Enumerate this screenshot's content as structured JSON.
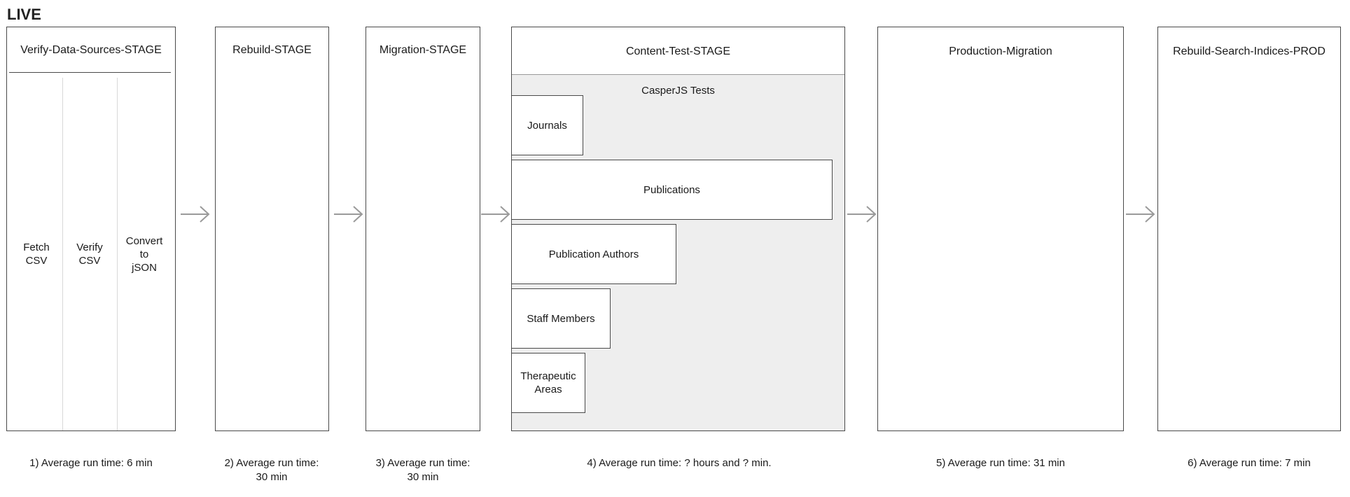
{
  "section_label": "LIVE",
  "stages": [
    {
      "title": "Verify-Data-Sources-STAGE",
      "steps": [
        "Fetch\nCSV",
        "Verify\nCSV",
        "Convert\nto\njSON"
      ],
      "run_time": "1) Average run time: 6 min"
    },
    {
      "title": "Rebuild-STAGE",
      "run_time": "2) Average run time:\n30 min"
    },
    {
      "title": "Migration-STAGE",
      "run_time": "3) Average run time:\n30 min"
    },
    {
      "title": "Content-Test-STAGE",
      "group_title": "CasperJS Tests",
      "tests": [
        "Journals",
        "Publications",
        "Publication Authors",
        "Staff Members",
        "Therapeutic\nAreas"
      ],
      "run_time": "4) Average run time: ? hours and ? min."
    },
    {
      "title": "Production-Migration",
      "run_time": "5) Average run time: 31 min"
    },
    {
      "title": "Rebuild-Search-Indices-PROD",
      "run_time": "6) Average run time: 7 min"
    }
  ],
  "colors": {
    "border": "#4a4a4a",
    "panel_fill": "#eeeeee",
    "arrow": "#9a9a9a"
  }
}
